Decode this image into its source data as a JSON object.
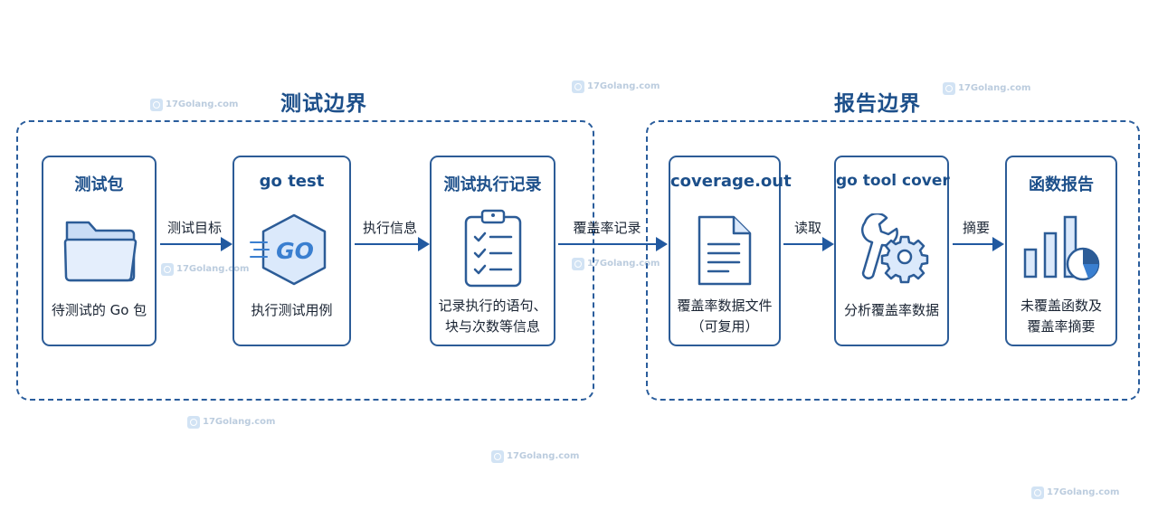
{
  "groups": {
    "test": {
      "title": "测试边界"
    },
    "report": {
      "title": "报告边界"
    }
  },
  "nodes": {
    "test_package": {
      "title": "测试包",
      "desc": [
        "待测试的 Go 包"
      ],
      "icon": "folder-icon"
    },
    "go_test": {
      "title": "go test",
      "desc": [
        "执行测试用例"
      ],
      "icon": "go-hexagon-icon"
    },
    "exec_record": {
      "title": "测试执行记录",
      "desc": [
        "记录执行的语句、",
        "块与次数等信息"
      ],
      "icon": "clipboard-checklist-icon"
    },
    "coverage_out": {
      "title": "coverage.out",
      "desc": [
        "覆盖率数据文件",
        "（可复用）"
      ],
      "icon": "document-icon"
    },
    "go_tool_cover": {
      "title": "go tool cover",
      "desc": [
        "分析覆盖率数据"
      ],
      "icon": "wrench-gear-icon"
    },
    "func_report": {
      "title": "函数报告",
      "desc": [
        "未覆盖函数及",
        "覆盖率摘要"
      ],
      "icon": "bar-pie-chart-icon"
    }
  },
  "edges": {
    "e1": {
      "label": "测试目标"
    },
    "e2": {
      "label": "执行信息"
    },
    "e3": {
      "label": "覆盖率记录"
    },
    "e4": {
      "label": "读取"
    },
    "e5": {
      "label": "摘要"
    }
  },
  "watermark": {
    "text": "17Golang.com"
  },
  "colors": {
    "primary": "#1c4f8a",
    "border": "#2c5c97",
    "icon_fill": "#dbe9fb",
    "accent": "#3a7fd0"
  }
}
